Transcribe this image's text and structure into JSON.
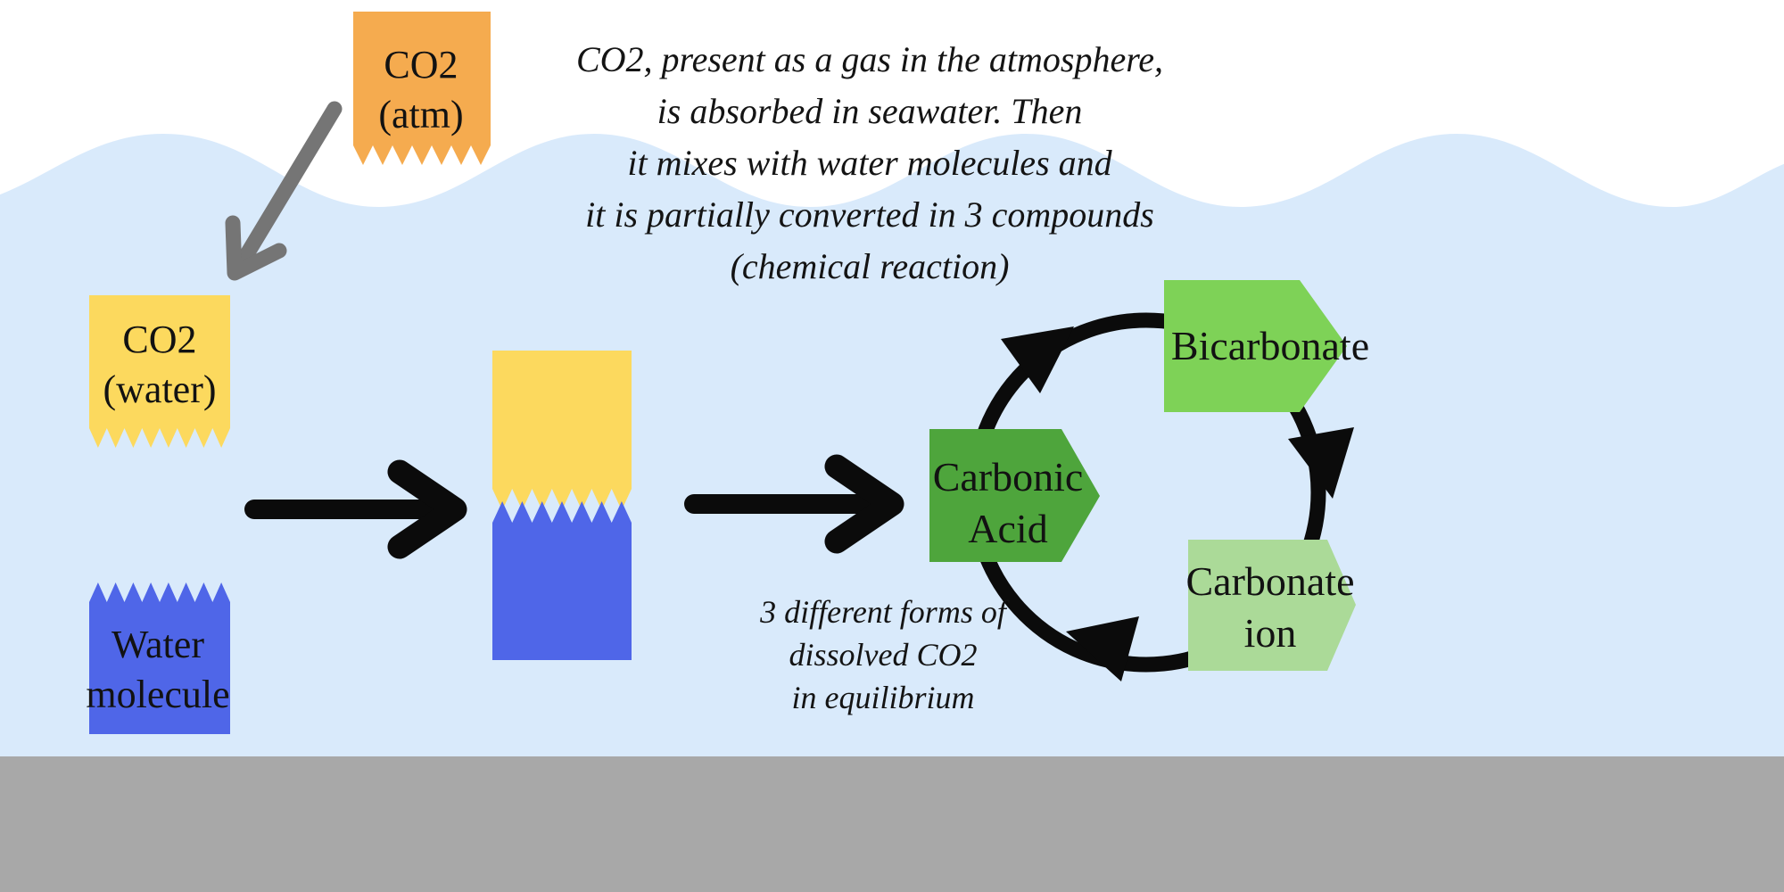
{
  "title": "CO2 absorption and carbonate equilibrium in seawater",
  "colors": {
    "water": "#D9EAFB",
    "seafloor": "#A8A8A8",
    "arrow_gray": "#757575",
    "black": "#0B0B0B",
    "co2_atm_orange": "#F5AB4F",
    "co2_water_yellow": "#FCD95E",
    "water_blue": "#4F66E8",
    "carbonic_green": "#4EA53C",
    "bicarbonate_green": "#7ED257",
    "carbonate_green": "#ABDA98"
  },
  "labels": {
    "co2_atm": "CO2\n(atm)",
    "co2_water": "CO2\n(water)",
    "water_molecule": "Water\nmolecule",
    "carbonic_acid": "Carbonic\nAcid",
    "bicarbonate": "Bicarbonate",
    "carbonate_ion": "Carbonate\nion"
  },
  "annotations": {
    "absorption": "CO2, present as a gas in the atmosphere,\nis absorbed in seawater. Then\nit mixes with water molecules and\nit is partially converted in 3 compounds\n(chemical reaction)",
    "equilibrium": "3 different forms of\ndissolved CO2\nin equilibrium"
  }
}
